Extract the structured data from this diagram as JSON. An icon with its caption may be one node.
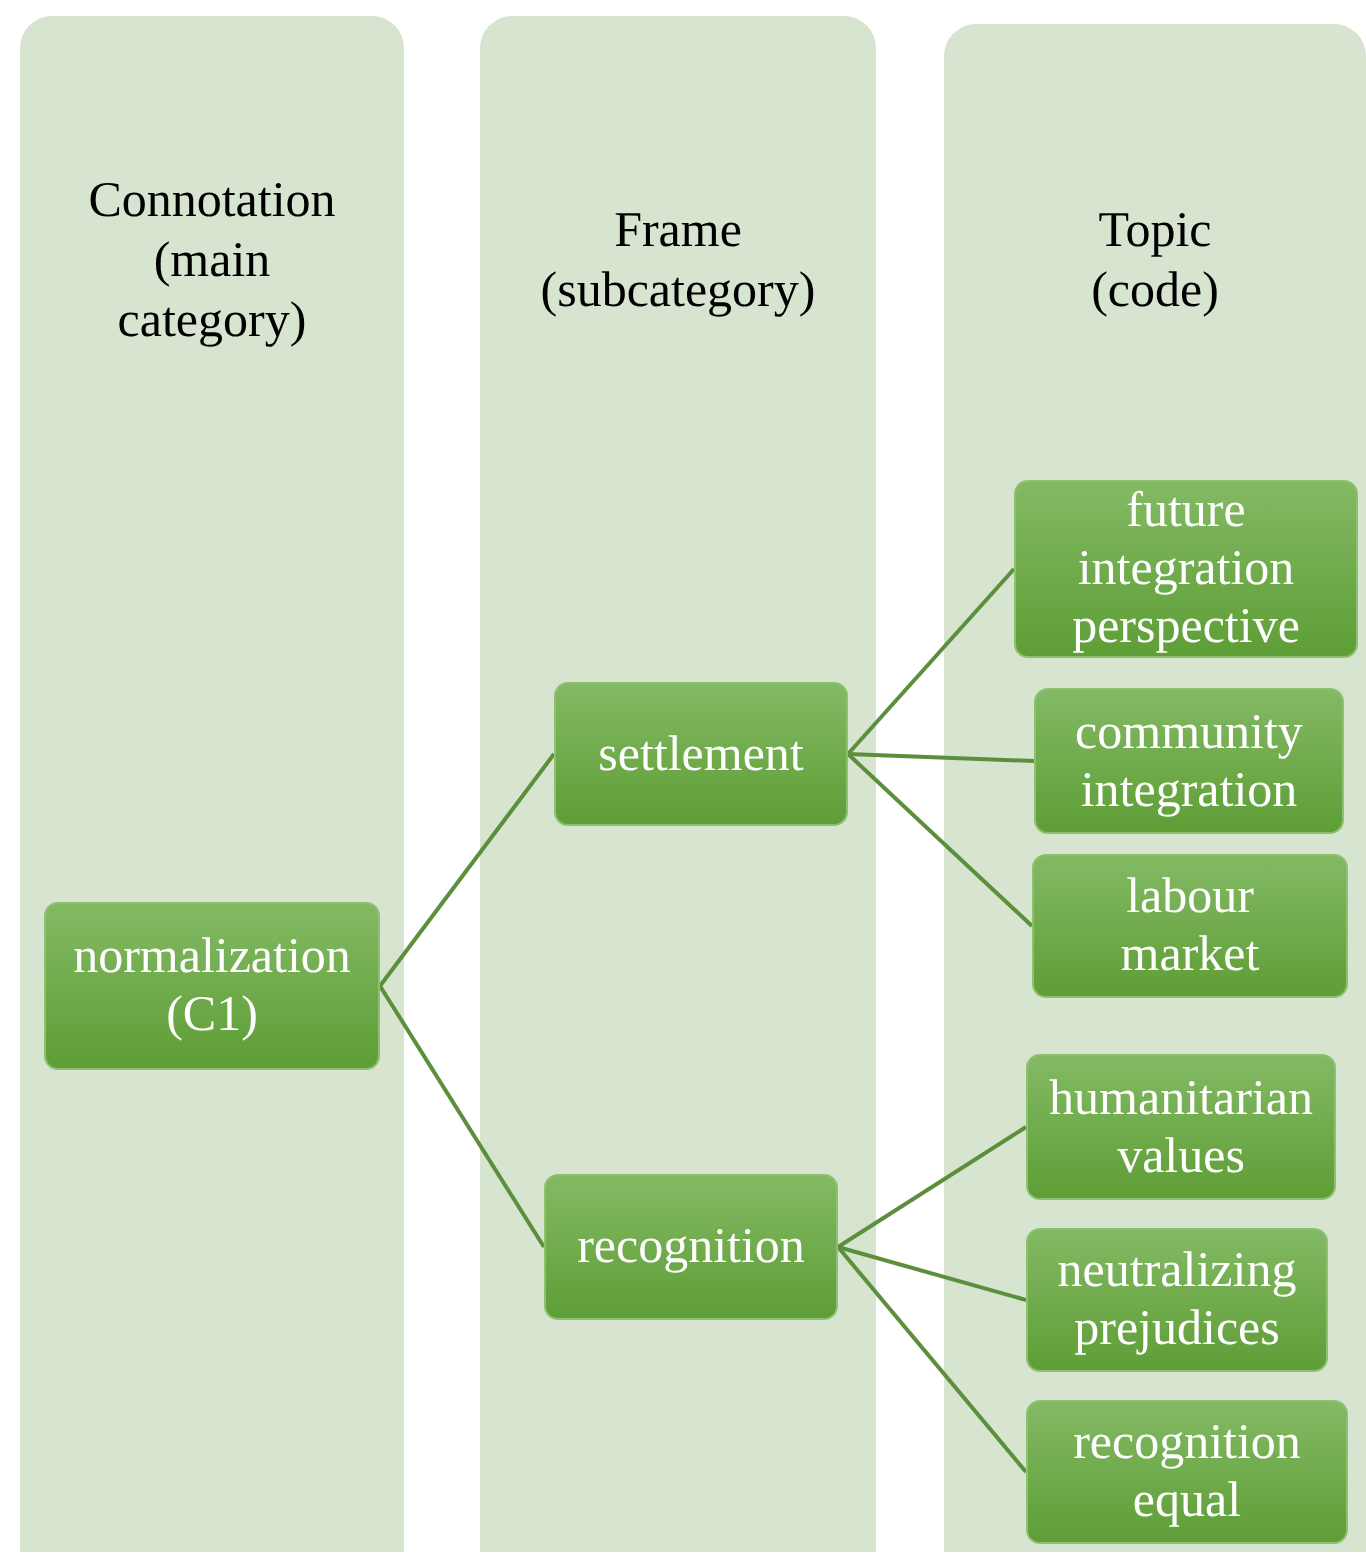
{
  "diagram": {
    "nodes": [
      {
        "text": [
          "Connotation (main category)"
        ]
      },
      {
        "text": [
          "Frame (subcategory)"
        ]
      },
      {
        "text": [
          "Topic (code)"
        ]
      },
      {
        "text": [
          "normalization (C1)"
        ],
        "in": 0
      },
      {
        "text": [
          "settlement"
        ],
        "in": 1
      },
      {
        "text": [
          "recognition"
        ],
        "in": 1
      },
      {
        "text": [
          "future integration perspective"
        ],
        "in": 2
      },
      {
        "text": [
          "community integration"
        ],
        "in": 2
      },
      {
        "text": [
          "labour market"
        ],
        "in": 2
      },
      {
        "text": [
          "humanitarian values"
        ],
        "in": 2
      },
      {
        "text": [
          "neutralizing prejudices"
        ],
        "in": 2
      },
      {
        "text": [
          "recognition equal"
        ],
        "in": 2
      }
    ],
    "edges": [
      {
        "from": 3,
        "to": 4,
        "arrow": "none"
      },
      {
        "from": 3,
        "to": 5,
        "arrow": "none"
      },
      {
        "from": 4,
        "to": 6,
        "arrow": "none"
      },
      {
        "from": 4,
        "to": 7,
        "arrow": "none"
      },
      {
        "from": 4,
        "to": 8,
        "arrow": "none"
      },
      {
        "from": 5,
        "to": 9,
        "arrow": "none"
      },
      {
        "from": 5,
        "to": 10,
        "arrow": "none"
      },
      {
        "from": 5,
        "to": 11,
        "arrow": "none"
      }
    ]
  }
}
